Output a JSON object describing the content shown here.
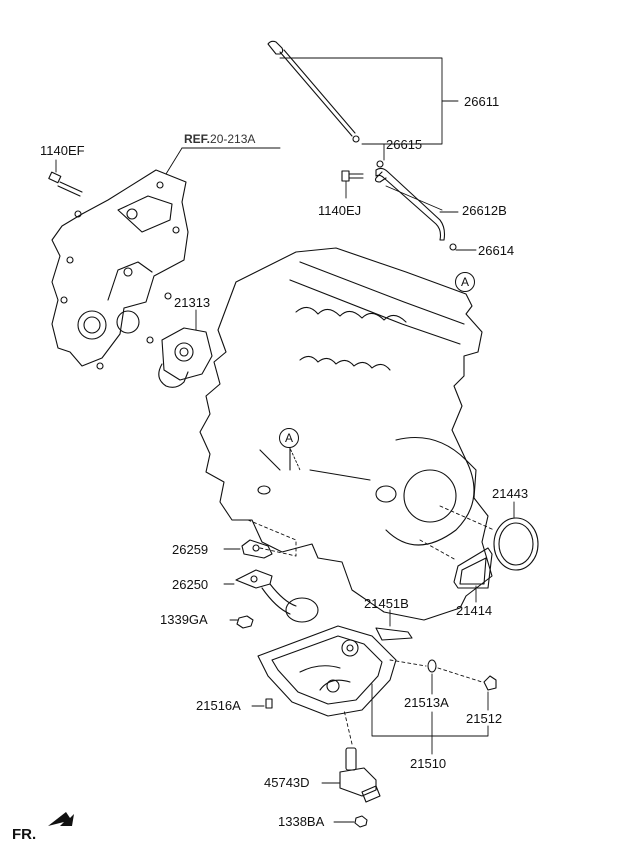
{
  "reference": {
    "prefix": "REF.",
    "code": "20-213A"
  },
  "front_marker": "FR.",
  "section_marker": "A",
  "parts": {
    "p26611": "26611",
    "p26615": "26615",
    "p1140EJ": "1140EJ",
    "p26612B": "26612B",
    "p26614": "26614",
    "p1140EF": "1140EF",
    "p21313": "21313",
    "p21443": "21443",
    "p26259": "26259",
    "p26250": "26250",
    "p21414": "21414",
    "p21451B": "21451B",
    "p1339GA": "1339GA",
    "p21516A": "21516A",
    "p21513A": "21513A",
    "p21512": "21512",
    "p21510": "21510",
    "p45743D": "45743D",
    "p1338BA": "1338BA"
  }
}
